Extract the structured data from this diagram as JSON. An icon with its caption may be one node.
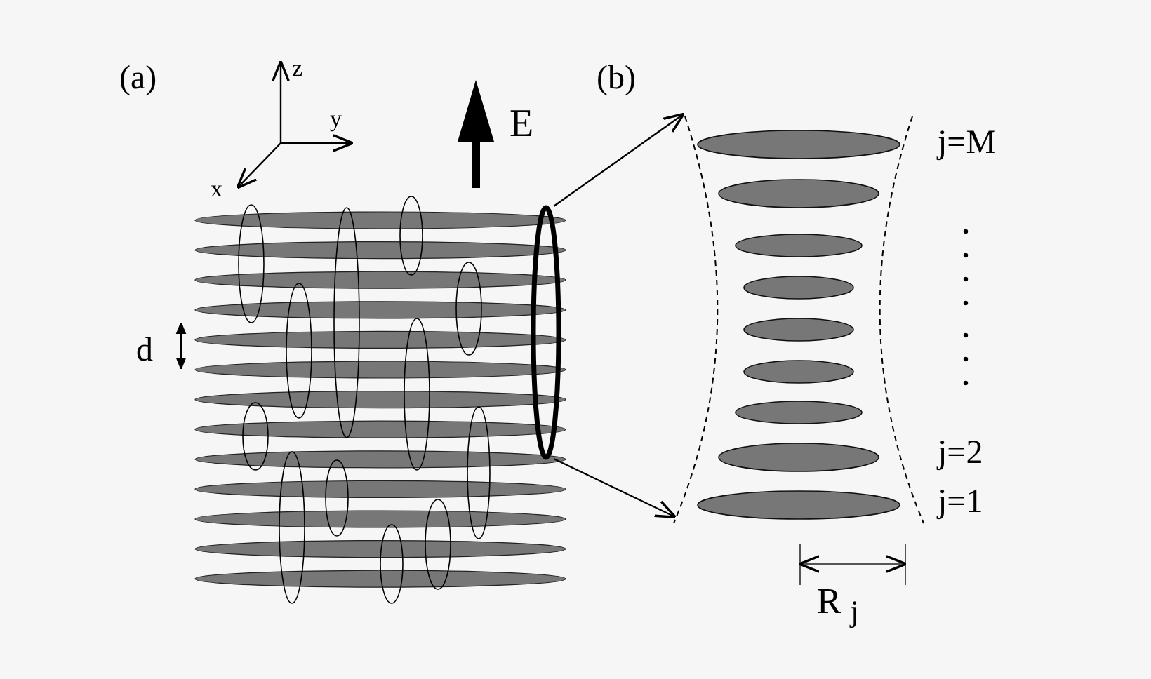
{
  "diagram": {
    "nodes": [
      {
        "text": [],
        "shape": "circle"
      },
      {
        "text": [],
        "shape": "picture"
      }
    ],
    "edges": [
      {
        "from": 0,
        "to": 1,
        "arrow": "to"
      },
      {
        "from": 0,
        "to": 1,
        "arrow": "to"
      }
    ],
    "labels": [
      "(a)",
      "z",
      "y",
      "x",
      "E",
      "d",
      "(b)",
      "j=M",
      "j=2",
      "j=1",
      "R $_{j}$"
    ]
  }
}
